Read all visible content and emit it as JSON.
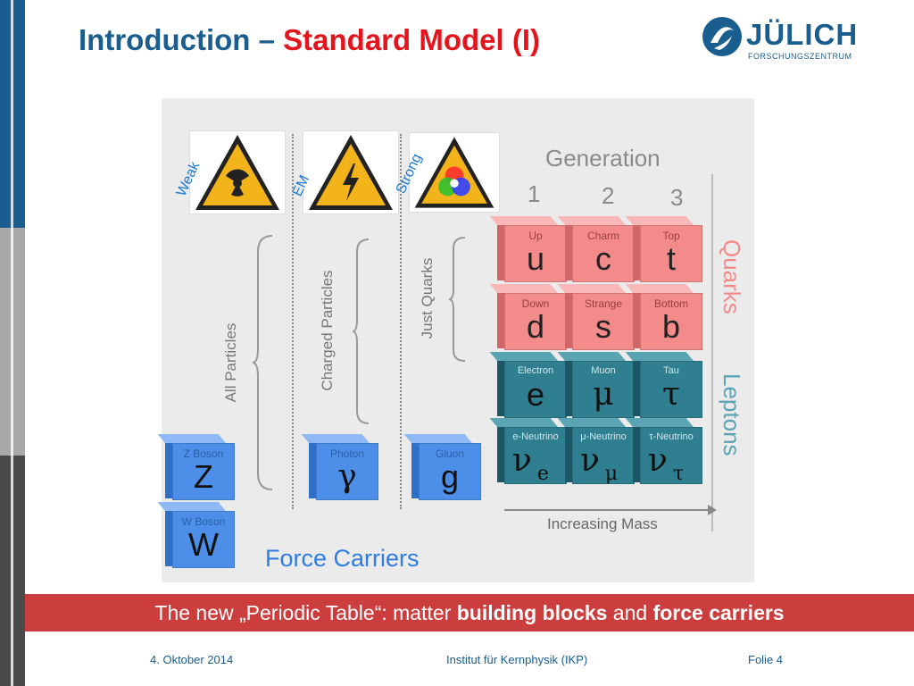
{
  "header": {
    "title_prefix": "Introduction – ",
    "title_highlight": "Standard Model (I)",
    "logo_name": "JÜLICH",
    "logo_sub": "FORSCHUNGSZENTRUM"
  },
  "forces": [
    {
      "label": "Weak",
      "icon": "radiation-warning-icon"
    },
    {
      "label": "EM",
      "icon": "high-voltage-warning-icon"
    },
    {
      "label": "Strong",
      "icon": "color-charge-warning-icon"
    }
  ],
  "interaction_ranges": {
    "weak": "All Particles",
    "em": "Charged Particles",
    "strong": "Just Quarks"
  },
  "generation": {
    "title": "Generation",
    "numbers": [
      "1",
      "2",
      "3"
    ]
  },
  "quarks": {
    "group_label": "Quarks",
    "row1": [
      {
        "name": "Up",
        "symbol": "u"
      },
      {
        "name": "Charm",
        "symbol": "c"
      },
      {
        "name": "Top",
        "symbol": "t"
      }
    ],
    "row2": [
      {
        "name": "Down",
        "symbol": "d"
      },
      {
        "name": "Strange",
        "symbol": "s"
      },
      {
        "name": "Bottom",
        "symbol": "b"
      }
    ]
  },
  "leptons": {
    "group_label": "Leptons",
    "row1": [
      {
        "name": "Electron",
        "symbol": "e"
      },
      {
        "name": "Muon",
        "symbol": "μ"
      },
      {
        "name": "Tau",
        "symbol": "τ"
      }
    ],
    "row2": [
      {
        "name": "e-Neutrino",
        "symbol": "ν",
        "sub": "e"
      },
      {
        "name": "μ-Neutrino",
        "symbol": "ν",
        "sub": "μ"
      },
      {
        "name": "τ-Neutrino",
        "symbol": "ν",
        "sub": "τ"
      }
    ]
  },
  "bosons": [
    {
      "name": "Z Boson",
      "symbol": "Z"
    },
    {
      "name": "W Boson",
      "symbol": "W"
    },
    {
      "name": "Photon",
      "symbol": "γ"
    },
    {
      "name": "Gluon",
      "symbol": "g"
    }
  ],
  "force_carriers_label": "Force Carriers",
  "increasing_mass_label": "Increasing Mass",
  "banner": {
    "part1": "The new „Periodic Table“: matter ",
    "bold1": "building blocks",
    "part2": " and ",
    "bold2": "force carriers"
  },
  "footer": {
    "date": "4. Oktober 2014",
    "institute": "Institut für Kernphysik (IKP)",
    "slide": "Folie 4"
  },
  "colors": {
    "title_blue": "#1a5d8f",
    "title_red": "#e3141b",
    "quark_red": "#f38b8b",
    "lepton_teal": "#2f7f90",
    "boson_blue": "#4d8fe8",
    "banner_red": "#cc3e3e"
  }
}
